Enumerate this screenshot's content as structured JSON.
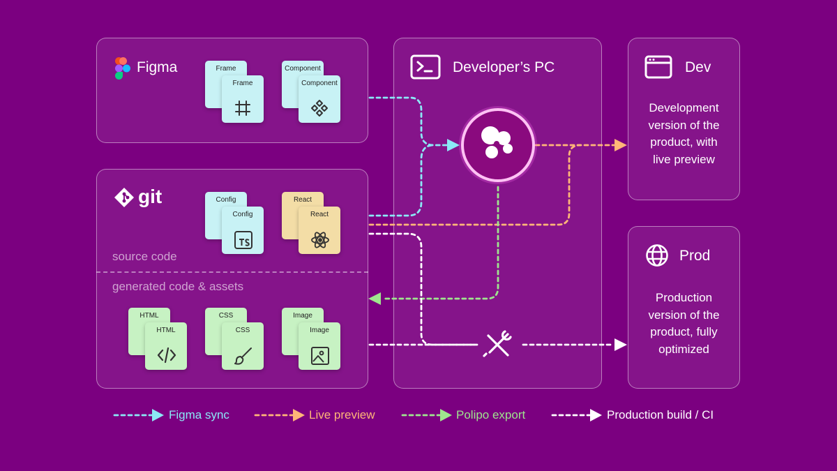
{
  "colors": {
    "background": "#7b0080",
    "figma_sync": "#8be9f6",
    "live_preview": "#ffb678",
    "polipo_export": "#9fe68e",
    "production_build": "#ffffff"
  },
  "figma": {
    "title": "Figma",
    "cards": [
      {
        "back": "Frame",
        "front": "Frame",
        "icon": "frame-icon"
      },
      {
        "back": "Component",
        "front": "Component",
        "icon": "component-icon"
      }
    ]
  },
  "git": {
    "title": "git",
    "source_label": "source code",
    "generated_label": "generated code & assets",
    "source_cards": [
      {
        "back": "Config",
        "front": "Config",
        "icon": "typescript-icon"
      },
      {
        "back": "React",
        "front": "React",
        "icon": "react-icon"
      }
    ],
    "generated_cards": [
      {
        "back": "HTML",
        "front": "HTML",
        "icon": "code-icon"
      },
      {
        "back": "CSS",
        "front": "CSS",
        "icon": "brush-icon"
      },
      {
        "back": "Image",
        "front": "Image",
        "icon": "image-icon"
      }
    ]
  },
  "developer_pc": {
    "title": "Developer’s PC"
  },
  "dev": {
    "title": "Dev",
    "description": [
      "Development",
      "version of the",
      "product, with",
      "live preview"
    ]
  },
  "prod": {
    "title": "Prod",
    "description": [
      "Production",
      "version of the",
      "product, fully",
      "optimized"
    ]
  },
  "legend": [
    {
      "label": "Figma sync",
      "color": "#8be9f6"
    },
    {
      "label": "Live preview",
      "color": "#ffb678"
    },
    {
      "label": "Polipo export",
      "color": "#9fe68e"
    },
    {
      "label": "Production build / CI",
      "color": "#ffffff"
    }
  ]
}
